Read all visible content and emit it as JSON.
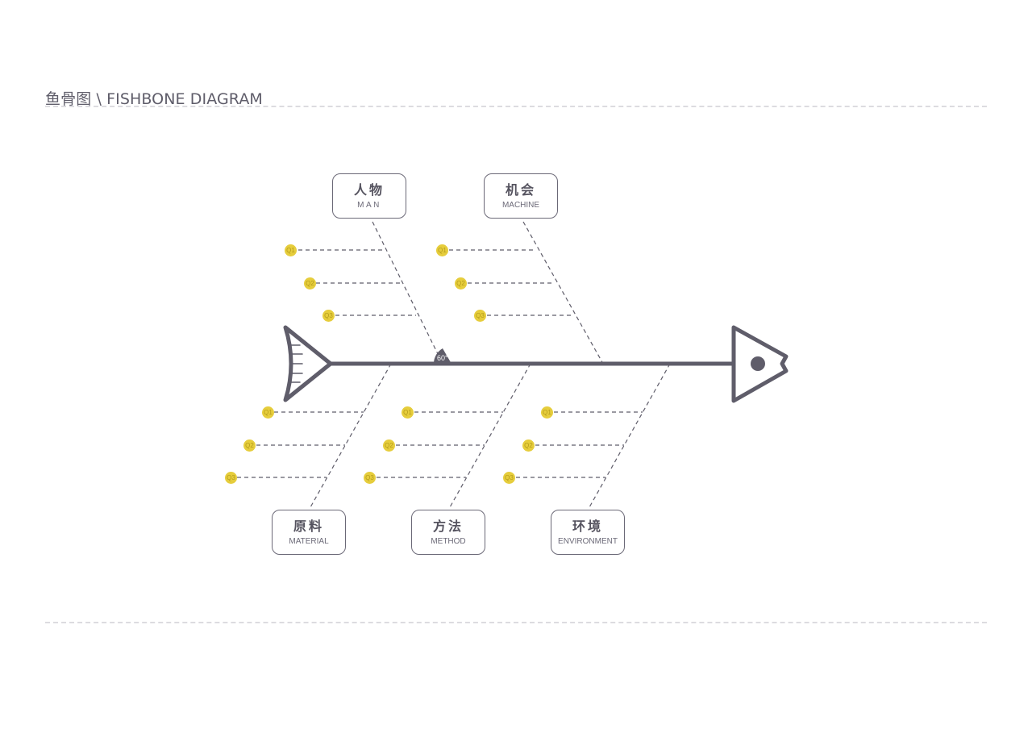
{
  "title": "鱼骨图 \\ FISHBONE DIAGRAM",
  "angle_label": "60°",
  "colors": {
    "line": "#5f5d6a",
    "dot": "#e6cd3c",
    "rule": "#dcdbe0"
  },
  "categories": {
    "man": {
      "cn": "人物",
      "en": "MAN"
    },
    "machine": {
      "cn": "机会",
      "en": "MACHINE"
    },
    "material": {
      "cn": "原料",
      "en": "MATERIAL"
    },
    "method": {
      "cn": "方法",
      "en": "METHOD"
    },
    "environment": {
      "cn": "环境",
      "en": "ENVIRONMENT"
    }
  },
  "points": [
    "Q1",
    "Q2",
    "Q3"
  ]
}
